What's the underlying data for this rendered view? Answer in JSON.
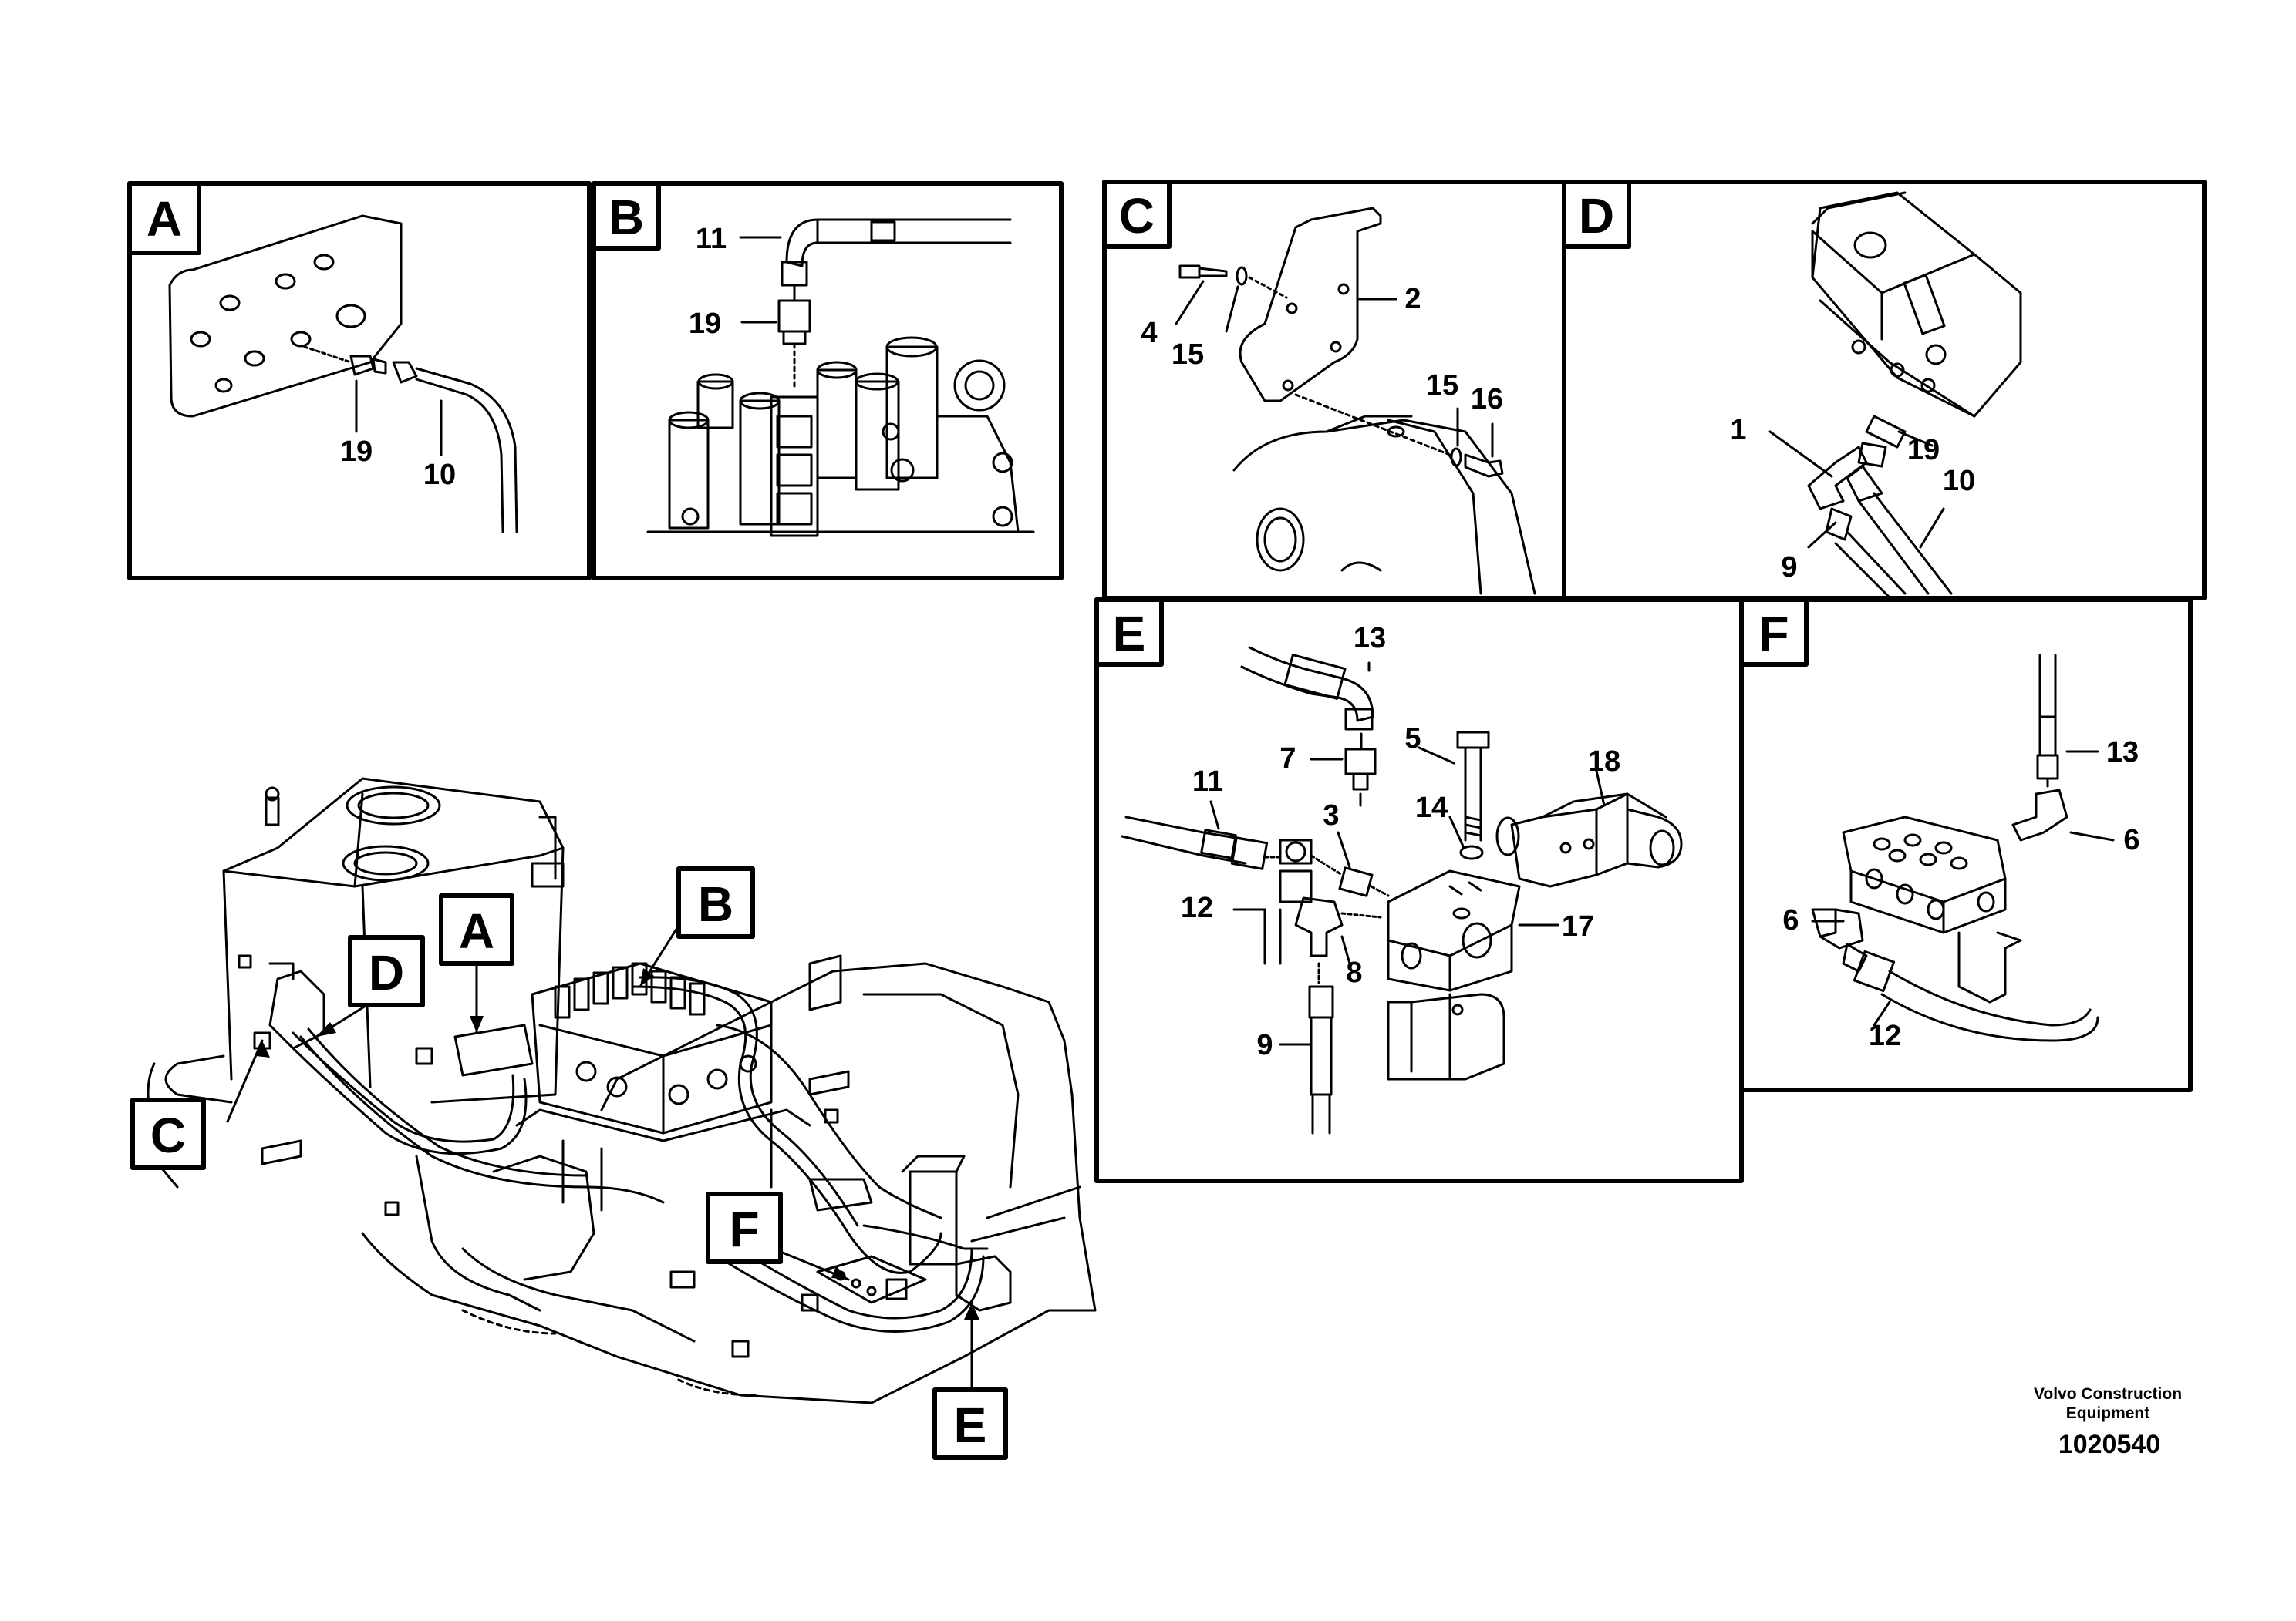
{
  "panels": {
    "A": {
      "letter": "A",
      "callouts": [
        "19",
        "10"
      ]
    },
    "B": {
      "letter": "B",
      "callouts": [
        "11",
        "19"
      ]
    },
    "C": {
      "letter": "C",
      "callouts": [
        "2",
        "4",
        "15",
        "15",
        "16"
      ]
    },
    "D": {
      "letter": "D",
      "callouts": [
        "1",
        "19",
        "10",
        "9"
      ]
    },
    "E": {
      "letter": "E",
      "callouts": [
        "13",
        "7",
        "5",
        "18",
        "11",
        "3",
        "14",
        "12",
        "8",
        "17",
        "9"
      ]
    },
    "F": {
      "letter": "F",
      "callouts": [
        "13",
        "6",
        "6",
        "12"
      ]
    }
  },
  "overview": {
    "labels": [
      "A",
      "B",
      "C",
      "D",
      "E",
      "F"
    ]
  },
  "footer": {
    "company_line1": "Volvo Construction",
    "company_line2": "Equipment",
    "figure_number": "1020540"
  }
}
